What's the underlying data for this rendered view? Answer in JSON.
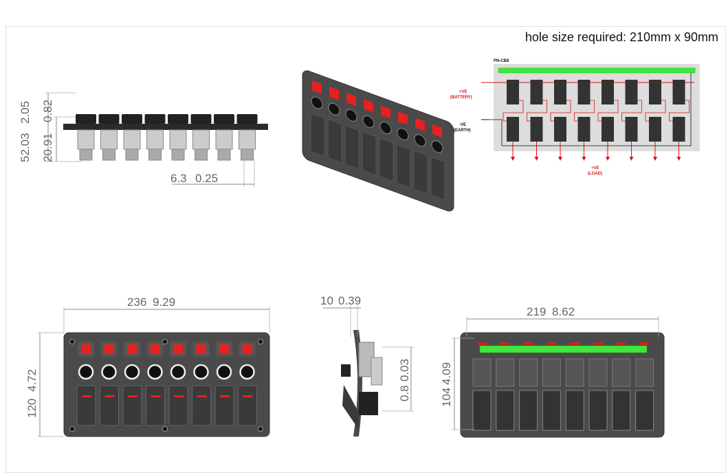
{
  "header": {
    "hole_size": "hole size required: 210mm x 90mm"
  },
  "side_view_dims": {
    "overall_h": "52.03",
    "overall_h_in": "2.05",
    "depth": "20.91",
    "depth_in": "0.82",
    "terminal": "6.3",
    "terminal_in": "0.25"
  },
  "front_view_dims": {
    "width": "236",
    "width_in": "9.29",
    "height": "120",
    "height_in": "4.72"
  },
  "profile_dims": {
    "thickness": "10",
    "thickness_in": "0.39",
    "gap": "0.8",
    "gap_in": "0.03"
  },
  "back_view_dims": {
    "width": "219",
    "width_in": "8.62",
    "height": "104",
    "height_in": "4.09"
  },
  "wiring": {
    "model": "PN-CB8",
    "battery": "+VE",
    "battery_sub": "(BATTERY)",
    "earth": "-VE",
    "earth_sub": "(EARTH)",
    "load": "+VE",
    "load_sub": "(LOAD)"
  },
  "colors": {
    "panel": "#4a4a4a",
    "led": "#e82020",
    "bus": "#3ce83c",
    "wire_red": "#d11",
    "dim_line": "#888"
  }
}
